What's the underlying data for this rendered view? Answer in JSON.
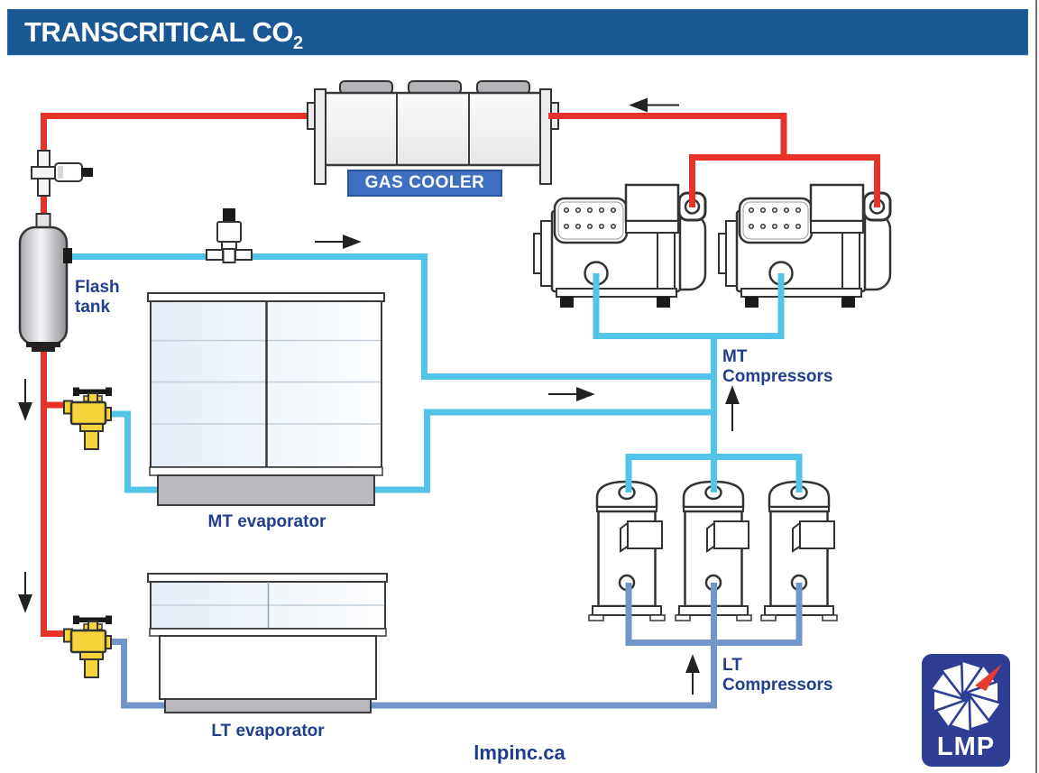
{
  "title": {
    "text": "TRANSCRITICAL CO",
    "subscript": "2"
  },
  "diagram": {
    "gas_cooler": {
      "label": "GAS COOLER"
    },
    "flash_tank": {
      "line1": "Flash",
      "line2": "tank"
    },
    "mt_evaporator": {
      "label": "MT evaporator"
    },
    "lt_evaporator": {
      "label": "LT evaporator"
    },
    "mt_compressors": {
      "line1": "MT",
      "line2": "Compressors"
    },
    "lt_compressors": {
      "line1": "LT",
      "line2": "Compressors"
    }
  },
  "footer": {
    "website": "lmpinc.ca"
  },
  "logo": {
    "text": "LMP"
  },
  "colors": {
    "title_bar_blue": "#1a5795",
    "gas_cooler_box_blue": "#3e6fc1",
    "pipe_red": "#e63229",
    "pipe_cyan": "#54c3e8",
    "pipe_blue": "#7296c8",
    "valve_yellow": "#f6d43c",
    "label_navy": "#20408f",
    "logo_blue": "#2d3e94",
    "logo_red": "#e8392f"
  }
}
